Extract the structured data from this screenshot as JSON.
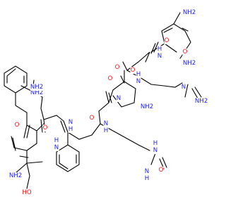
{
  "colors": {
    "N": "#2020ff",
    "O": "#ff0d0d",
    "C": "#000000"
  },
  "atoms": [
    {
      "text": "NH2",
      "el": "N"
    },
    {
      "text": "O",
      "el": "O"
    },
    {
      "text": "NH2",
      "el": "N"
    },
    {
      "text": "O",
      "el": "O"
    },
    {
      "text": "N",
      "el": "N"
    },
    {
      "text": "H",
      "el": "N"
    },
    {
      "text": "O",
      "el": "O"
    },
    {
      "text": "N",
      "el": "N"
    },
    {
      "text": "H",
      "el": "N"
    },
    {
      "text": "N",
      "el": "N"
    },
    {
      "text": "NH2",
      "el": "N"
    },
    {
      "text": "NH2",
      "el": "N"
    },
    {
      "text": "O",
      "el": "O"
    },
    {
      "text": "N",
      "el": "N"
    },
    {
      "text": "O",
      "el": "O"
    },
    {
      "text": "O",
      "el": "O"
    },
    {
      "text": "N",
      "el": "N"
    },
    {
      "text": "H",
      "el": "N"
    },
    {
      "text": "N",
      "el": "N"
    },
    {
      "text": "H",
      "el": "N"
    },
    {
      "text": "O",
      "el": "O"
    },
    {
      "text": "N",
      "el": "N"
    },
    {
      "text": "H",
      "el": "N"
    },
    {
      "text": "N",
      "el": "N"
    },
    {
      "text": "H",
      "el": "N"
    },
    {
      "text": "NH2",
      "el": "N"
    },
    {
      "text": "NH2",
      "el": "N"
    },
    {
      "text": "O",
      "el": "O"
    },
    {
      "text": "H",
      "el": "N"
    },
    {
      "text": "N",
      "el": "N"
    },
    {
      "text": "NH2",
      "el": "N"
    },
    {
      "text": "O",
      "el": "O"
    },
    {
      "text": "HO",
      "el": "O"
    }
  ]
}
